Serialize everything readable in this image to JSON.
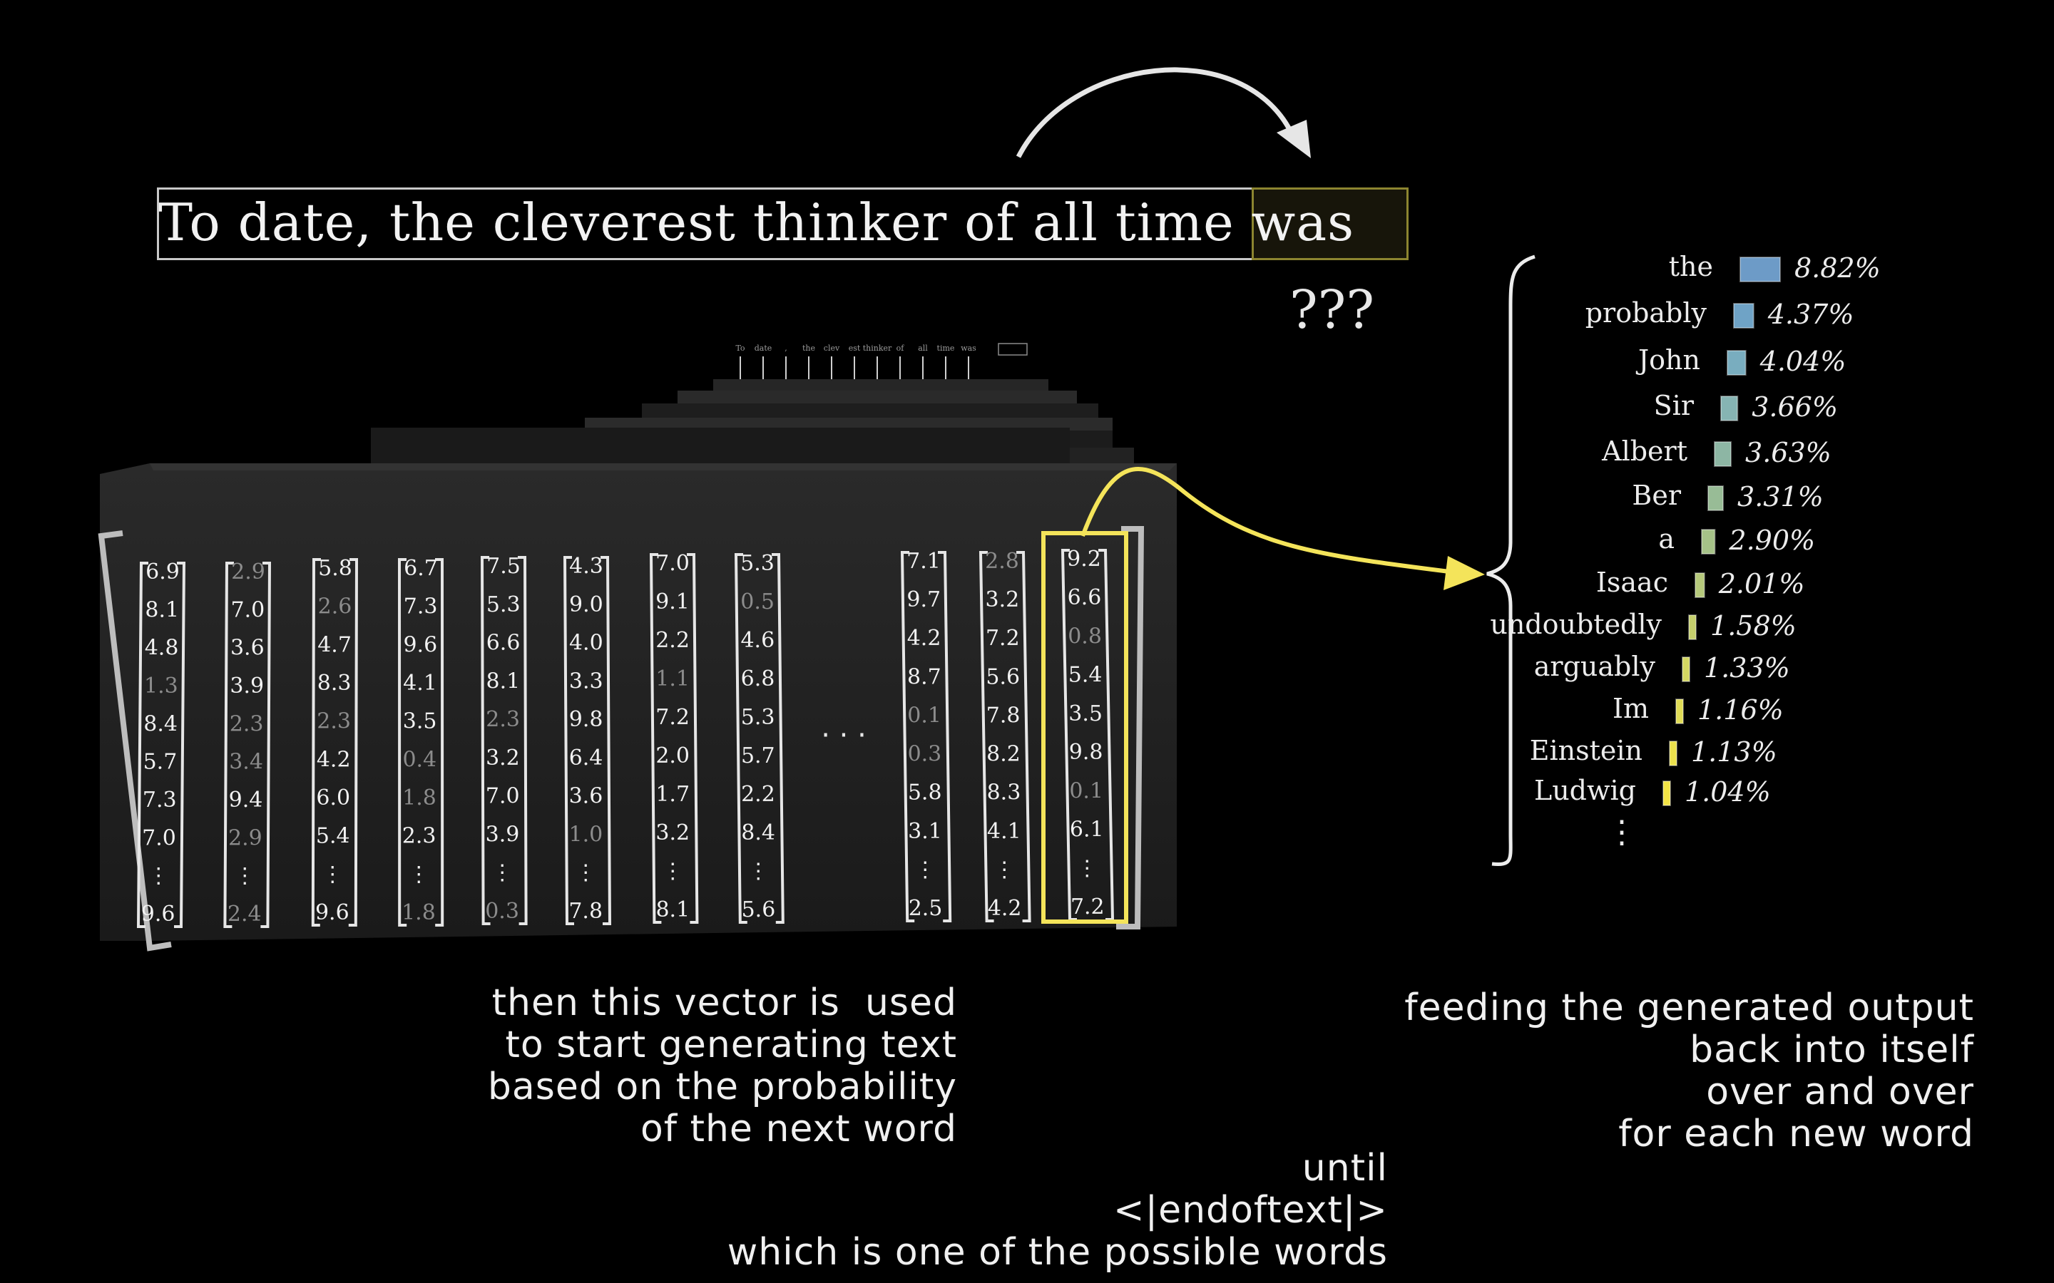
{
  "prompt": {
    "text": "To date, the cleverest thinker of all time was",
    "unknown": "???"
  },
  "matrix_tokens": [
    "To",
    "date",
    ",",
    "the",
    "clev",
    "est",
    "thinker",
    "of",
    "all",
    "time",
    "was"
  ],
  "columns": [
    {
      "values": [
        "6.9",
        "8.1",
        "4.8",
        "1.3",
        "8.4",
        "5.7",
        "7.3",
        "7.0",
        "⋮",
        "9.6"
      ],
      "dim": [
        false,
        false,
        false,
        true,
        false,
        false,
        false,
        false,
        false,
        false
      ]
    },
    {
      "values": [
        "2.9",
        "7.0",
        "3.6",
        "3.9",
        "2.3",
        "3.4",
        "9.4",
        "2.9",
        "⋮",
        "2.4"
      ],
      "dim": [
        true,
        false,
        false,
        false,
        true,
        true,
        false,
        true,
        false,
        true
      ]
    },
    {
      "values": [
        "5.8",
        "2.6",
        "4.7",
        "8.3",
        "2.3",
        "4.2",
        "6.0",
        "5.4",
        "⋮",
        "9.6"
      ],
      "dim": [
        false,
        true,
        false,
        false,
        true,
        false,
        false,
        false,
        false,
        false
      ]
    },
    {
      "values": [
        "6.7",
        "7.3",
        "9.6",
        "4.1",
        "3.5",
        "0.4",
        "1.8",
        "2.3",
        "⋮",
        "1.8"
      ],
      "dim": [
        false,
        false,
        false,
        false,
        false,
        true,
        true,
        false,
        false,
        true
      ]
    },
    {
      "values": [
        "7.5",
        "5.3",
        "6.6",
        "8.1",
        "2.3",
        "3.2",
        "7.0",
        "3.9",
        "⋮",
        "0.3"
      ],
      "dim": [
        false,
        false,
        false,
        false,
        true,
        false,
        false,
        false,
        false,
        true
      ]
    },
    {
      "values": [
        "4.3",
        "9.0",
        "4.0",
        "3.3",
        "9.8",
        "6.4",
        "3.6",
        "1.0",
        "⋮",
        "7.8"
      ],
      "dim": [
        false,
        false,
        false,
        false,
        false,
        false,
        false,
        true,
        false,
        false
      ]
    },
    {
      "values": [
        "7.0",
        "9.1",
        "2.2",
        "1.1",
        "7.2",
        "2.0",
        "1.7",
        "3.2",
        "⋮",
        "8.1"
      ],
      "dim": [
        false,
        false,
        false,
        true,
        false,
        false,
        false,
        false,
        false,
        false
      ]
    },
    {
      "values": [
        "5.3",
        "0.5",
        "4.6",
        "6.8",
        "5.3",
        "5.7",
        "2.2",
        "8.4",
        "⋮",
        "5.6"
      ],
      "dim": [
        false,
        true,
        false,
        false,
        false,
        false,
        false,
        false,
        false,
        false
      ]
    },
    {
      "values": [
        "7.1",
        "9.7",
        "4.2",
        "8.7",
        "0.1",
        "0.3",
        "5.8",
        "3.1",
        "⋮",
        "2.5"
      ],
      "dim": [
        false,
        false,
        false,
        false,
        true,
        true,
        false,
        false,
        false,
        false
      ]
    },
    {
      "values": [
        "2.8",
        "3.2",
        "7.2",
        "5.6",
        "7.8",
        "8.2",
        "8.3",
        "4.1",
        "⋮",
        "4.2"
      ],
      "dim": [
        true,
        false,
        false,
        false,
        false,
        false,
        false,
        false,
        false,
        false
      ]
    },
    {
      "values": [
        "9.2",
        "6.6",
        "0.8",
        "5.4",
        "3.5",
        "9.8",
        "0.1",
        "6.1",
        "⋮",
        "7.2"
      ],
      "dim": [
        false,
        false,
        true,
        false,
        false,
        false,
        true,
        false,
        false,
        false
      ]
    }
  ],
  "ellipsis": "· · ·",
  "distribution": [
    {
      "word": "the",
      "pct": "8.82%",
      "p": 8.82,
      "color": "#6d9bc7"
    },
    {
      "word": "probably",
      "pct": "4.37%",
      "p": 4.37,
      "color": "#6fa3c6"
    },
    {
      "word": "John",
      "pct": "4.04%",
      "p": 4.04,
      "color": "#79adbf"
    },
    {
      "word": "Sir",
      "pct": "3.66%",
      "p": 3.66,
      "color": "#86b4b3"
    },
    {
      "word": "Albert",
      "pct": "3.63%",
      "p": 3.63,
      "color": "#8db6a4"
    },
    {
      "word": "Ber",
      "pct": "3.31%",
      "p": 3.31,
      "color": "#98bc96"
    },
    {
      "word": "a",
      "pct": "2.90%",
      "p": 2.9,
      "color": "#a6c288"
    },
    {
      "word": "Isaac",
      "pct": "2.01%",
      "p": 2.01,
      "color": "#b6c97b"
    },
    {
      "word": "undoubtedly",
      "pct": "1.58%",
      "p": 1.58,
      "color": "#c6d06d"
    },
    {
      "word": "arguably",
      "pct": "1.33%",
      "p": 1.33,
      "color": "#d4d762"
    },
    {
      "word": "Im",
      "pct": "1.16%",
      "p": 1.16,
      "color": "#e0dc55"
    },
    {
      "word": "Einstein",
      "pct": "1.13%",
      "p": 1.13,
      "color": "#ebe04c"
    },
    {
      "word": "Ludwig",
      "pct": "1.04%",
      "p": 1.04,
      "color": "#f3e445"
    }
  ],
  "distribution_more": "⋮",
  "captions": {
    "left": "then this vector is  used\nto start generating text\nbased on the probability\nof the next word",
    "right": "feeding the generated output\nback into itself\nover and over\nfor each new word",
    "bottom": "until\n<|endoftext|>\nwhich is one of the possible words"
  },
  "colors": {
    "highlight": "#f4e45a",
    "arrow": "#e6e6e6",
    "background": "#000000"
  }
}
